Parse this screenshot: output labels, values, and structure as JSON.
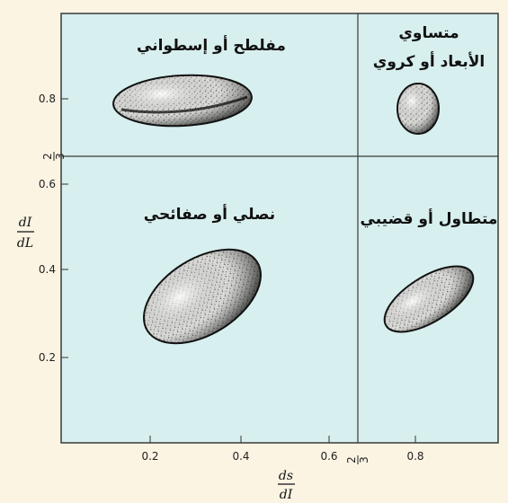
{
  "regions": {
    "top_left": "مفلطح أو إسطواني",
    "top_right_line1": "متساوي",
    "top_right_line2": "الأبعاد أو كروي",
    "bottom_left": "نصلي أو صفائحي",
    "bottom_right": "متطاول أو قضيبي"
  },
  "x_axis": {
    "label_num": "ds",
    "label_den": "dI",
    "ticks": [
      "0.2",
      "0.4",
      "0.6",
      "0.8"
    ],
    "threshold_num": "2",
    "threshold_den": "3"
  },
  "y_axis": {
    "label_num": "dI",
    "label_den": "dL",
    "ticks": [
      "0.8",
      "0.6",
      "0.4",
      "0.2"
    ],
    "threshold_num": "2",
    "threshold_den": "3"
  },
  "colors": {
    "background": "#fbf4e3",
    "plot_area": "#d7efee",
    "frame": "#3a3a3a"
  }
}
